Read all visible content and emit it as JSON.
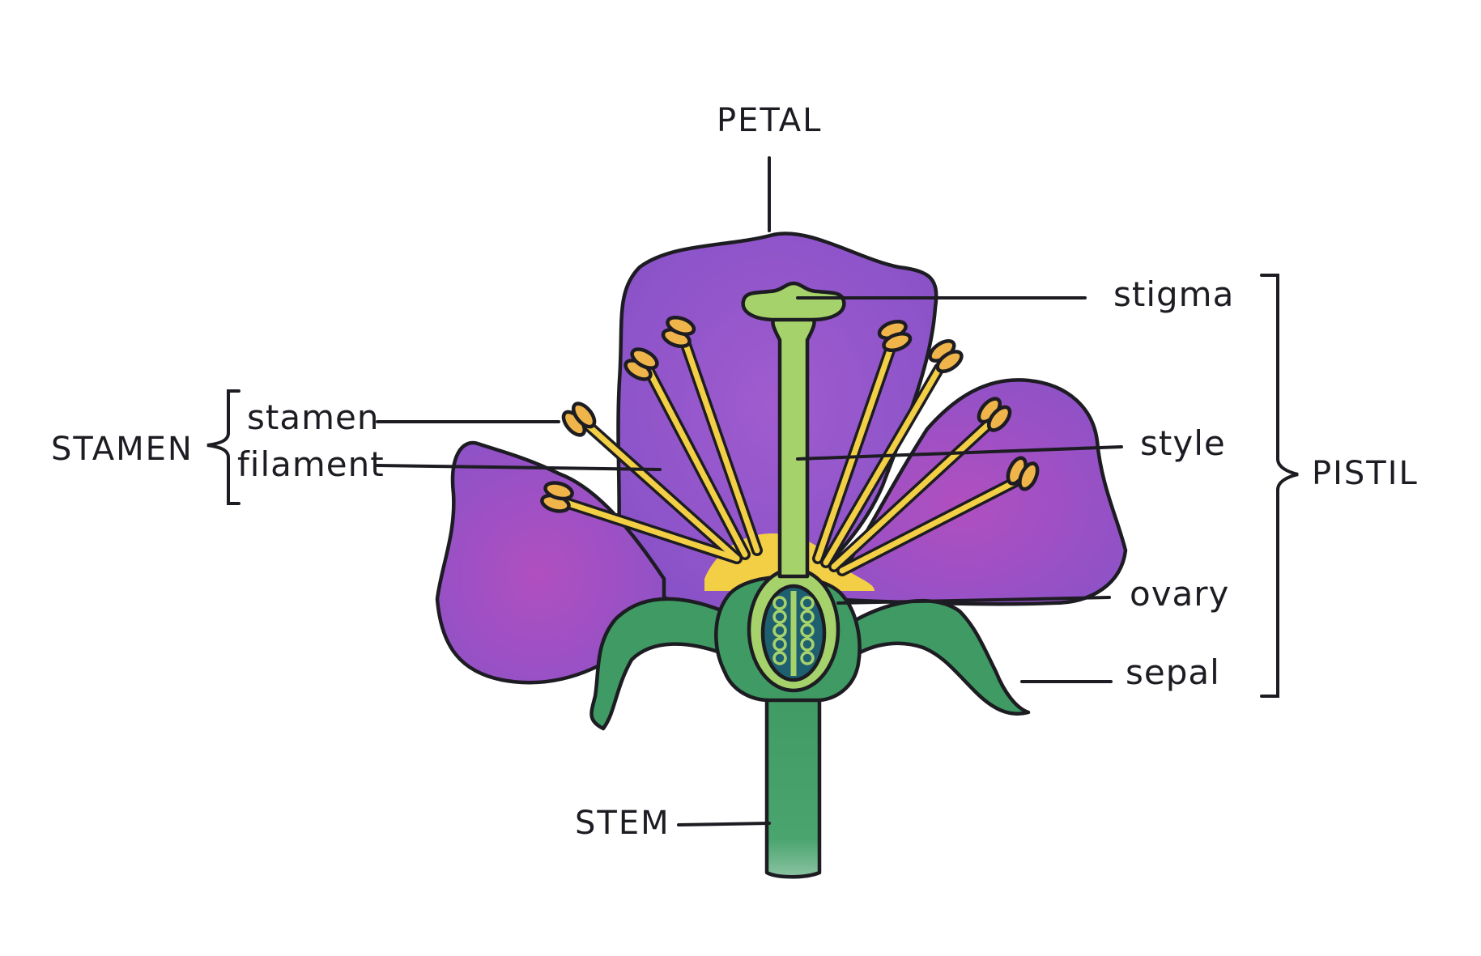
{
  "labels": {
    "petal": "PETAL",
    "stamen_group": "STAMEN",
    "stamen": "stamen",
    "filament": "filament",
    "stigma": "stigma",
    "style": "style",
    "ovary": "ovary",
    "sepal": "sepal",
    "pistil": "PISTIL",
    "stem": "STEM"
  },
  "colors": {
    "petal": "#8a52c8",
    "petal_tint": "#b04fc0",
    "anther": "#f0b54a",
    "filament": "#f2cf45",
    "pistil": "#a6d26b",
    "sepal_stem": "#3f9a63",
    "ovary_inner": "#1f6070",
    "ink": "#1c1c22"
  }
}
